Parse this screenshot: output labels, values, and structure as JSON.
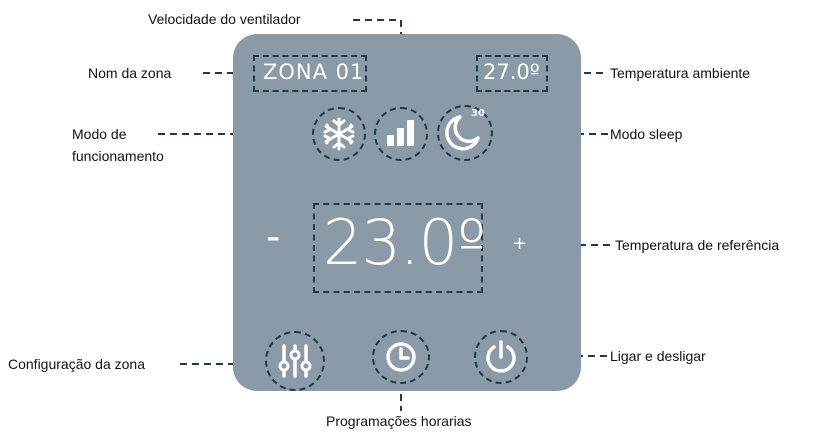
{
  "panel": {
    "zone_name": "ZONA 01",
    "ambient_temp": "27.0º",
    "setpoint_temp": "23.0º",
    "minus": "-",
    "plus": "+",
    "colors": {
      "panel_bg": "#8a9aa6",
      "dash": "#203a4a",
      "icon": "#ffffff"
    }
  },
  "icons": {
    "mode": "snowflake-icon",
    "fan": "fan-speed-bars-icon",
    "sleep": "moon-sleep-icon",
    "sleep_badge": "30",
    "settings": "sliders-icon",
    "schedule": "clock-icon",
    "power": "power-icon"
  },
  "labels": {
    "fan_speed": "Velocidade do ventilador",
    "zone_name": "Nom da zona",
    "ambient_temp": "Temperatura ambiente",
    "mode_line1": "Modo de",
    "mode_line2": "funcionamento",
    "sleep_mode": "Modo sleep",
    "setpoint": "Temperatura de referência",
    "zone_config": "Configuração da zona",
    "on_off": "Ligar e desligar",
    "schedules": "Programações horarias"
  }
}
